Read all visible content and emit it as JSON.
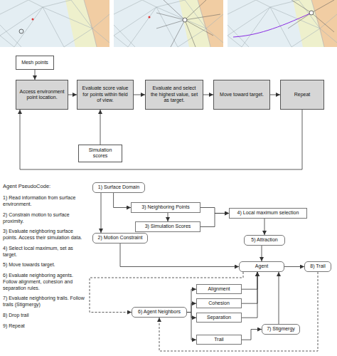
{
  "diagram": {
    "nodes": [
      {
        "text": [
          "Mesh points"
        ]
      },
      {
        "text": [
          "Access environment point location."
        ]
      },
      {
        "text": [
          "Evaluate score value for points within field of view."
        ]
      },
      {
        "text": [
          "Evaluate and select the highest value, set as target."
        ]
      },
      {
        "text": [
          "Move toward target."
        ]
      },
      {
        "text": [
          "Repeat"
        ]
      },
      {
        "text": [
          "Simulation scores"
        ]
      },
      {
        "text": [
          "1) Surface Domain"
        ]
      },
      {
        "text": [
          "3) Neighboring Points"
        ]
      },
      {
        "text": [
          "4) Local maximum selection"
        ]
      },
      {
        "text": [
          "3) Simulation Scores"
        ]
      },
      {
        "text": [
          "2) Motion Constraint"
        ]
      },
      {
        "text": [
          "5) Attraction"
        ]
      },
      {
        "text": [
          "Agent"
        ]
      },
      {
        "text": [
          "8) Trail"
        ]
      },
      {
        "text": [
          "Alignment"
        ]
      },
      {
        "text": [
          "Cohesion"
        ]
      },
      {
        "text": [
          "6) Agent Neighbors"
        ]
      },
      {
        "text": [
          "Separation"
        ]
      },
      {
        "text": [
          "7) Stigmergy"
        ]
      },
      {
        "text": [
          "Trail"
        ]
      }
    ],
    "edges": [
      {
        "from": 0,
        "to": 1,
        "arrow": "to"
      },
      {
        "from": 1,
        "to": 2,
        "arrow": "to"
      },
      {
        "from": 2,
        "to": 3,
        "arrow": "to"
      },
      {
        "from": 3,
        "to": 4,
        "arrow": "to"
      },
      {
        "from": 4,
        "to": 5,
        "arrow": "to"
      },
      {
        "from": 6,
        "to": 2,
        "arrow": "to"
      },
      {
        "from": 5,
        "to": 1,
        "arrow": "to"
      },
      {
        "from": 7,
        "to": 8,
        "arrow": "to"
      },
      {
        "from": 7,
        "to": 11,
        "arrow": "to"
      },
      {
        "from": 8,
        "to": 10,
        "arrow": "to"
      },
      {
        "from": 8,
        "to": 9,
        "arrow": "to"
      },
      {
        "from": 10,
        "to": 9,
        "arrow": "to"
      },
      {
        "from": 9,
        "to": 12,
        "arrow": "to"
      },
      {
        "from": 12,
        "to": 13,
        "arrow": "to"
      },
      {
        "from": 11,
        "to": 13,
        "arrow": "to"
      },
      {
        "from": 13,
        "to": 14,
        "arrow": "to"
      },
      {
        "from": 13,
        "to": 17,
        "arrow": "to"
      },
      {
        "from": 14,
        "to": 17,
        "arrow": "to"
      },
      {
        "from": 17,
        "to": 15,
        "arrow": "to"
      },
      {
        "from": 17,
        "to": 16,
        "arrow": "to"
      },
      {
        "from": 17,
        "to": 18,
        "arrow": "to"
      },
      {
        "from": 17,
        "to": 20,
        "arrow": "to"
      },
      {
        "from": 15,
        "to": 13,
        "arrow": "to"
      },
      {
        "from": 16,
        "to": 13,
        "arrow": "to"
      },
      {
        "from": 18,
        "to": 13,
        "arrow": "to"
      },
      {
        "from": 20,
        "to": 19,
        "arrow": "to"
      },
      {
        "from": 19,
        "to": 13,
        "arrow": "to"
      }
    ],
    "labels": [
      "Agent PseudoCode:",
      "1) Read information from surface environment.",
      "2) Constrain motion to surface proximity.",
      "3) Evaluate neighboring surface points. Access their simulation data.",
      "4) Select local maximum, set as target.",
      "5) Move towards target.",
      "6) Evaluate neighboring agents. Follow alignment, cohesion and separation rules.",
      "7) Evaluate neighboring trails. Follow trails (Stigmergy)",
      "8) Drop trail",
      "9) Repeat"
    ]
  }
}
